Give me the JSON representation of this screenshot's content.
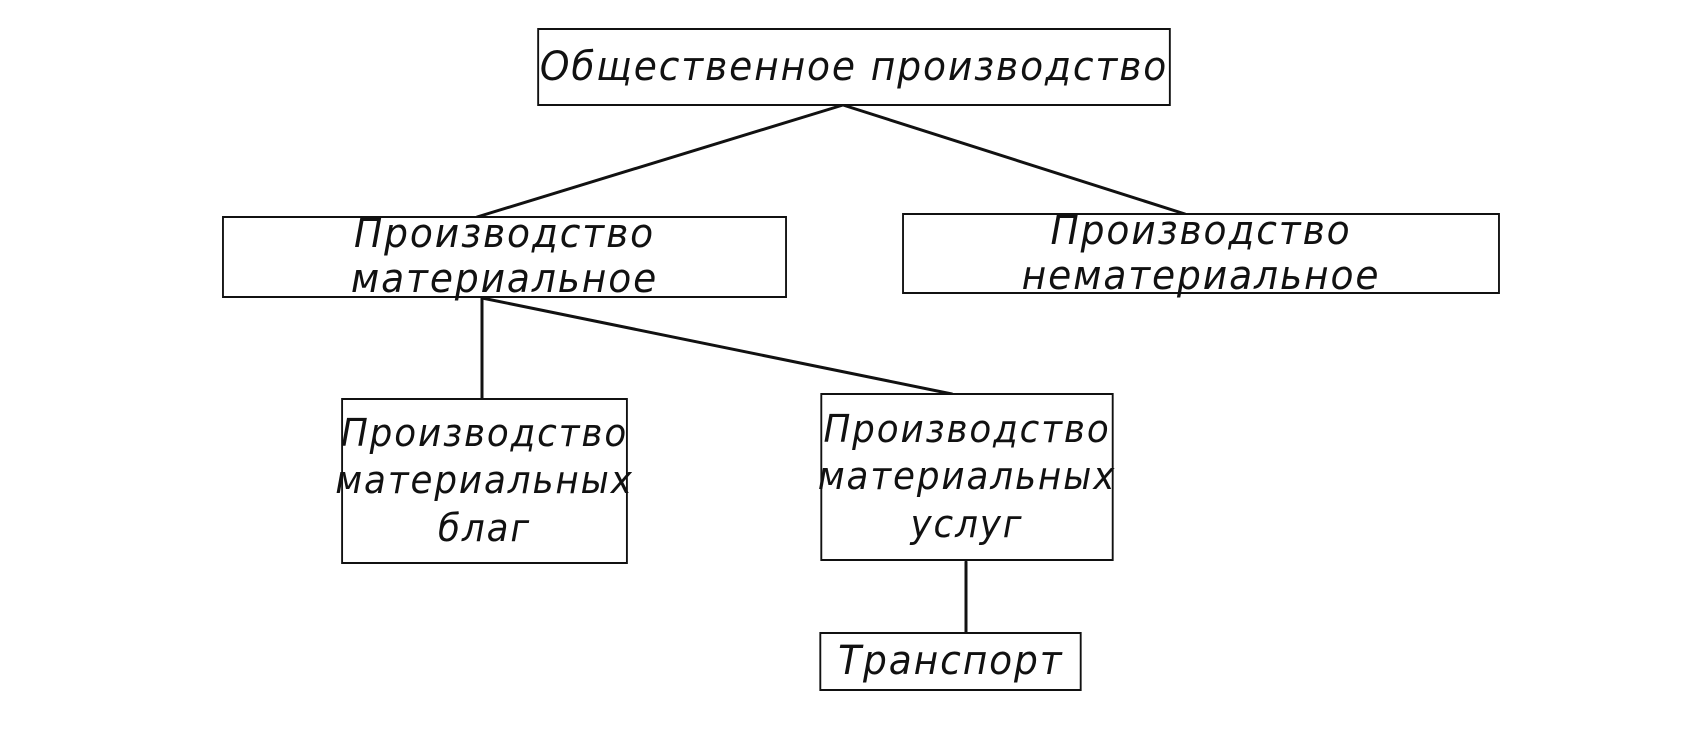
{
  "diagram": {
    "nodes": {
      "root": "Общественное производство",
      "material": "Производство материальное",
      "nonmaterial": "Производство нематериальное",
      "goods": "Производство\nматериальных\nблаг",
      "services": "Производство\nматериальных\nуслуг",
      "transport": "Транспорт"
    },
    "edges": [
      [
        "root",
        "material"
      ],
      [
        "root",
        "nonmaterial"
      ],
      [
        "material",
        "goods"
      ],
      [
        "material",
        "services"
      ],
      [
        "services",
        "transport"
      ]
    ],
    "colors": {
      "line": "#111111",
      "background": "#ffffff"
    }
  }
}
